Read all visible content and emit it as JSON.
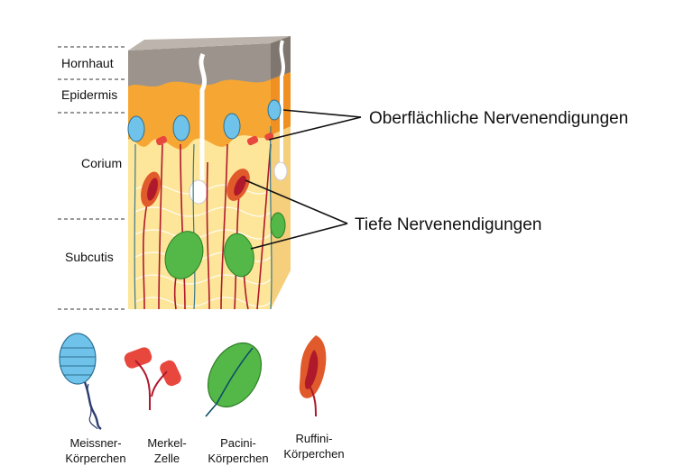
{
  "layers": {
    "hornhaut": "Hornhaut",
    "epidermis": "Epidermis",
    "corium": "Corium",
    "subcutis": "Subcutis"
  },
  "callouts": {
    "superficial": "Oberflächliche Nervenendigungen",
    "deep": "Tiefe Nervenendigungen"
  },
  "legend": [
    {
      "line1": "Meissner-",
      "line2": "Körperchen"
    },
    {
      "line1": "Merkel-",
      "line2": "Zelle"
    },
    {
      "line1": "Pacini-",
      "line2": "Körperchen"
    },
    {
      "line1": "Ruffini-",
      "line2": "Körperchen"
    }
  ],
  "colors": {
    "hornhaut": "#9c948c",
    "epidermis": "#f6a733",
    "corium": "#fde69a",
    "subcutis": "#fbe39e",
    "meissner": "#6fc3ea",
    "merkel": "#e8473e",
    "pacini": "#53b847",
    "ruffini": "#e05a2b",
    "nerve": "#b0182b"
  }
}
